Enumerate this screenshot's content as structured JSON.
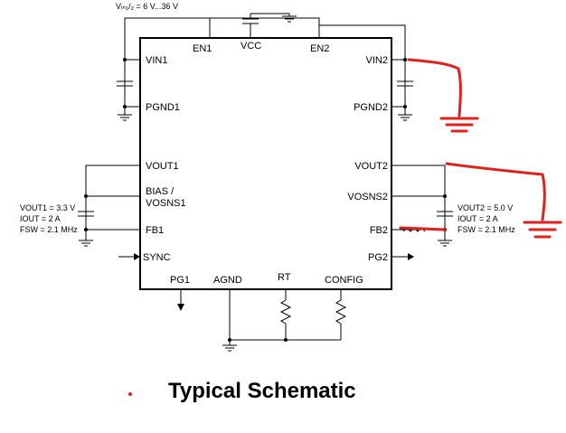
{
  "supply_label": "Vᵢₙ₁/₂ = 6 V...36 V",
  "pins": {
    "en1": "EN1",
    "vcc": "VCC",
    "en2": "EN2",
    "vin1": "VIN1",
    "vin2": "VIN2",
    "pgnd1": "PGND1",
    "pgnd2": "PGND2",
    "vout1": "VOUT1",
    "vout2": "VOUT2",
    "bias_line1": "BIAS /",
    "bias_line2": "VOSNS1",
    "vosns2": "VOSNS2",
    "fb1": "FB1",
    "fb2": "FB2",
    "sync": "SYNC",
    "pg2": "PG2",
    "pg1": "PG1",
    "agnd": "AGND",
    "rt": "RT",
    "config": "CONFIG"
  },
  "left_specs": {
    "vout": "VOUT1 = 3.3 V",
    "iout": "IOUT = 2 A",
    "fsw": "FSW = 2.1 MHz"
  },
  "right_specs": {
    "vout": "VOUT2 = 5.0 V",
    "iout": "IOUT = 2 A",
    "fsw": "FSW = 2.1 MHz"
  },
  "caption": "Typical Schematic",
  "colors": {
    "annotation": "#e0201c",
    "ink": "#000000"
  }
}
